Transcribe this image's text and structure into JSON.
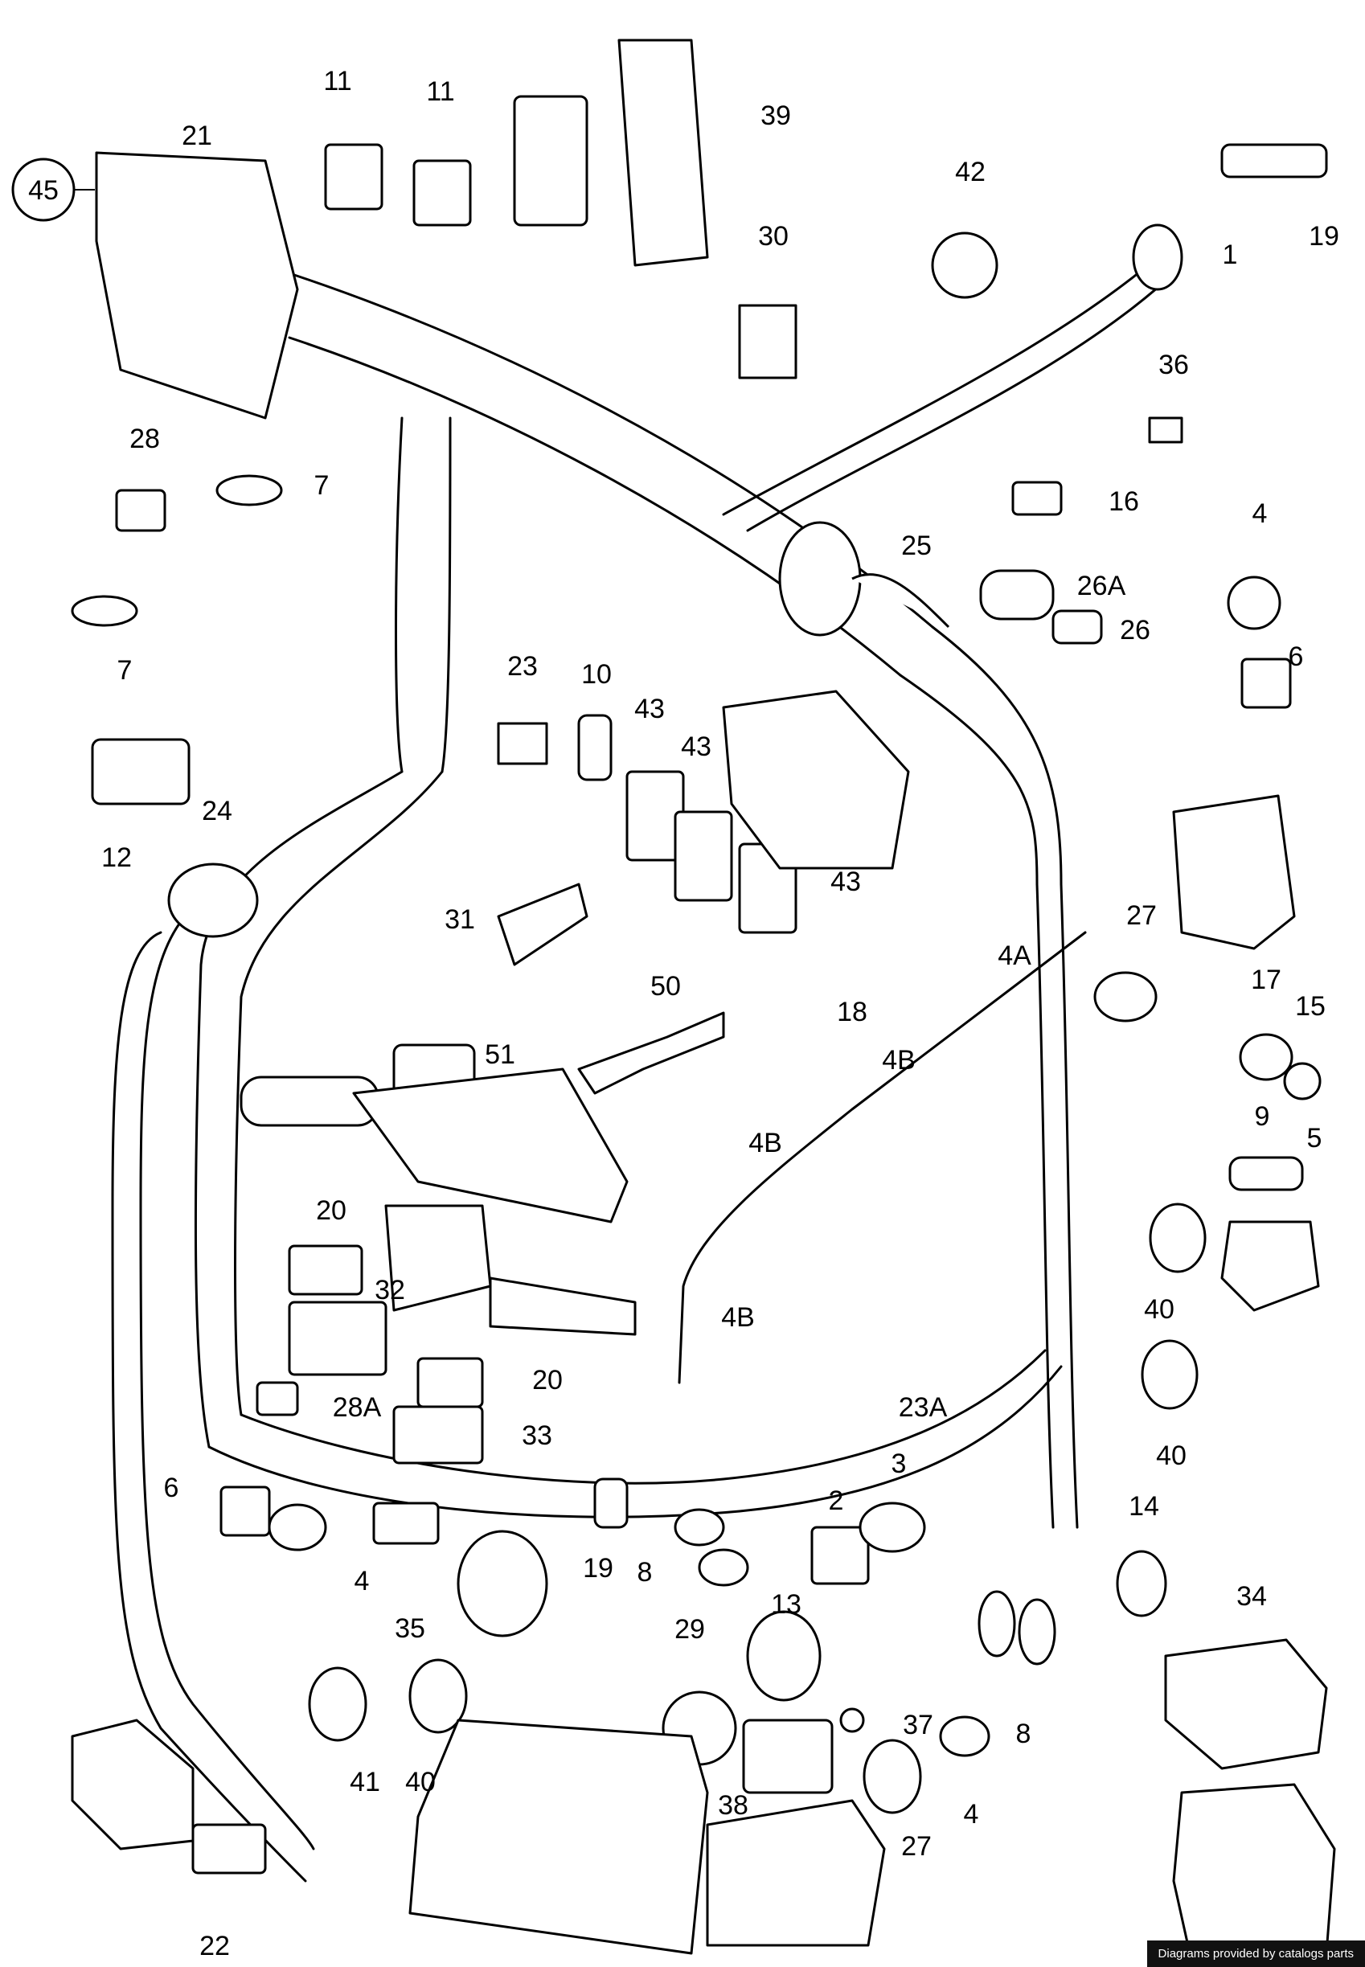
{
  "diagram": {
    "group_badge": "45",
    "callouts": [
      {
        "id": "c-21",
        "label": "21"
      },
      {
        "id": "c-11a",
        "label": "11"
      },
      {
        "id": "c-11b",
        "label": "11"
      },
      {
        "id": "c-39",
        "label": "39"
      },
      {
        "id": "c-42",
        "label": "42"
      },
      {
        "id": "c-1",
        "label": "1"
      },
      {
        "id": "c-19a",
        "label": "19"
      },
      {
        "id": "c-30",
        "label": "30"
      },
      {
        "id": "c-36",
        "label": "36"
      },
      {
        "id": "c-16",
        "label": "16"
      },
      {
        "id": "c-28",
        "label": "28"
      },
      {
        "id": "c-7a",
        "label": "7"
      },
      {
        "id": "c-7b",
        "label": "7"
      },
      {
        "id": "c-25",
        "label": "25"
      },
      {
        "id": "c-26a",
        "label": "26A"
      },
      {
        "id": "c-26",
        "label": "26"
      },
      {
        "id": "c-4a",
        "label": "4"
      },
      {
        "id": "c-6a",
        "label": "6"
      },
      {
        "id": "c-23a",
        "label": "23"
      },
      {
        "id": "c-10",
        "label": "10"
      },
      {
        "id": "c-43a",
        "label": "43"
      },
      {
        "id": "c-43b",
        "label": "43"
      },
      {
        "id": "c-43c",
        "label": "43"
      },
      {
        "id": "c-12",
        "label": "12"
      },
      {
        "id": "c-24",
        "label": "24"
      },
      {
        "id": "c-31",
        "label": "31"
      },
      {
        "id": "c-50",
        "label": "50"
      },
      {
        "id": "c-27a",
        "label": "27"
      },
      {
        "id": "c-17",
        "label": "17"
      },
      {
        "id": "c-15",
        "label": "15"
      },
      {
        "id": "c-18",
        "label": "18"
      },
      {
        "id": "c-4A",
        "label": "4A"
      },
      {
        "id": "c-4Ba",
        "label": "4B"
      },
      {
        "id": "c-4Bb",
        "label": "4B"
      },
      {
        "id": "c-4Bc",
        "label": "4B"
      },
      {
        "id": "c-51",
        "label": "51"
      },
      {
        "id": "c-9",
        "label": "9"
      },
      {
        "id": "c-5",
        "label": "5"
      },
      {
        "id": "c-20a",
        "label": "20"
      },
      {
        "id": "c-32",
        "label": "32"
      },
      {
        "id": "c-40a",
        "label": "40"
      },
      {
        "id": "c-28A",
        "label": "28A"
      },
      {
        "id": "c-20b",
        "label": "20"
      },
      {
        "id": "c-33",
        "label": "33"
      },
      {
        "id": "c-23A",
        "label": "23A"
      },
      {
        "id": "c-40b",
        "label": "40"
      },
      {
        "id": "c-6b",
        "label": "6"
      },
      {
        "id": "c-3",
        "label": "3"
      },
      {
        "id": "c-2",
        "label": "2"
      },
      {
        "id": "c-14",
        "label": "14"
      },
      {
        "id": "c-4b",
        "label": "4"
      },
      {
        "id": "c-19b",
        "label": "19"
      },
      {
        "id": "c-8a",
        "label": "8"
      },
      {
        "id": "c-35",
        "label": "35"
      },
      {
        "id": "c-13",
        "label": "13"
      },
      {
        "id": "c-34",
        "label": "34"
      },
      {
        "id": "c-29",
        "label": "29"
      },
      {
        "id": "c-8b",
        "label": "8"
      },
      {
        "id": "c-37",
        "label": "37"
      },
      {
        "id": "c-41",
        "label": "41"
      },
      {
        "id": "c-40c",
        "label": "40"
      },
      {
        "id": "c-38",
        "label": "38"
      },
      {
        "id": "c-4c",
        "label": "4"
      },
      {
        "id": "c-27b",
        "label": "27"
      },
      {
        "id": "c-22",
        "label": "22"
      }
    ]
  },
  "credit": "Diagrams provided by catalogs parts"
}
